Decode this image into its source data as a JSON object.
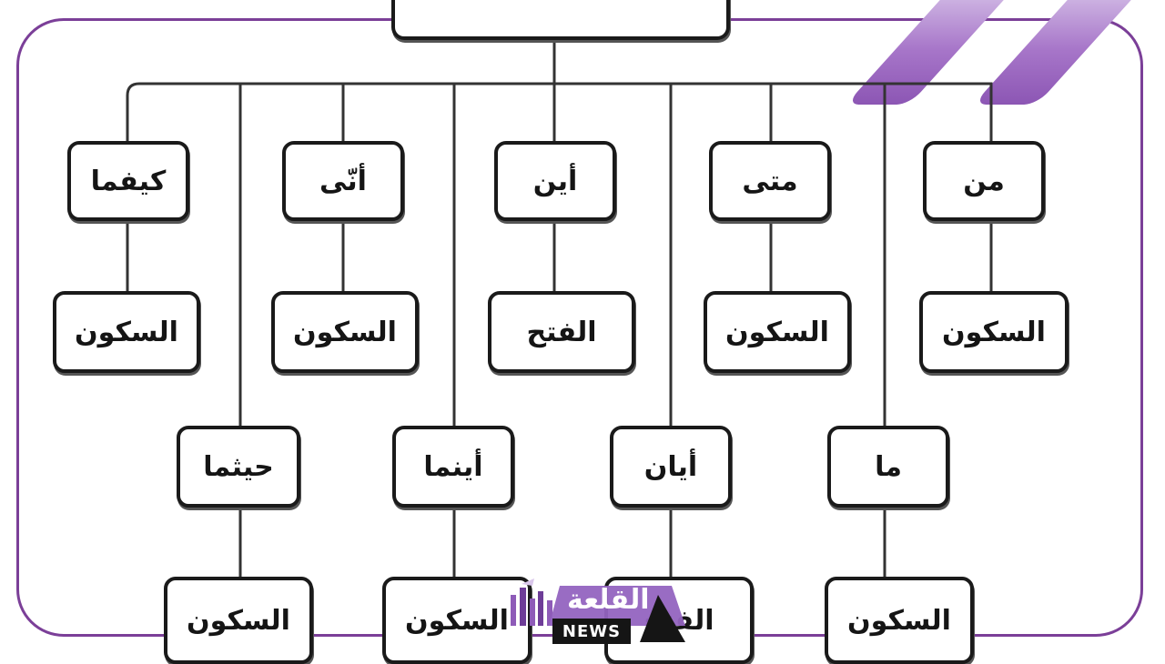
{
  "diagram": {
    "root": {
      "label": ""
    },
    "verbs_row1": [
      "كيفما",
      "أنّى",
      "أين",
      "متى",
      "من"
    ],
    "states_row1": [
      "السكون",
      "السكون",
      "الفتح",
      "السكون",
      "السكون"
    ],
    "verbs_row2": [
      "حيثما",
      "أينما",
      "أيان",
      "ما"
    ],
    "states_row2": [
      "السكون",
      "السكون",
      "الفتح",
      "السكون"
    ]
  },
  "branding": {
    "logo_text": "القلعة",
    "logo_news": "NEWS"
  },
  "colors": {
    "frame": "#7b3f98",
    "stripe": "#a776c9",
    "box_border": "#1a1a1a",
    "line": "#333333"
  }
}
